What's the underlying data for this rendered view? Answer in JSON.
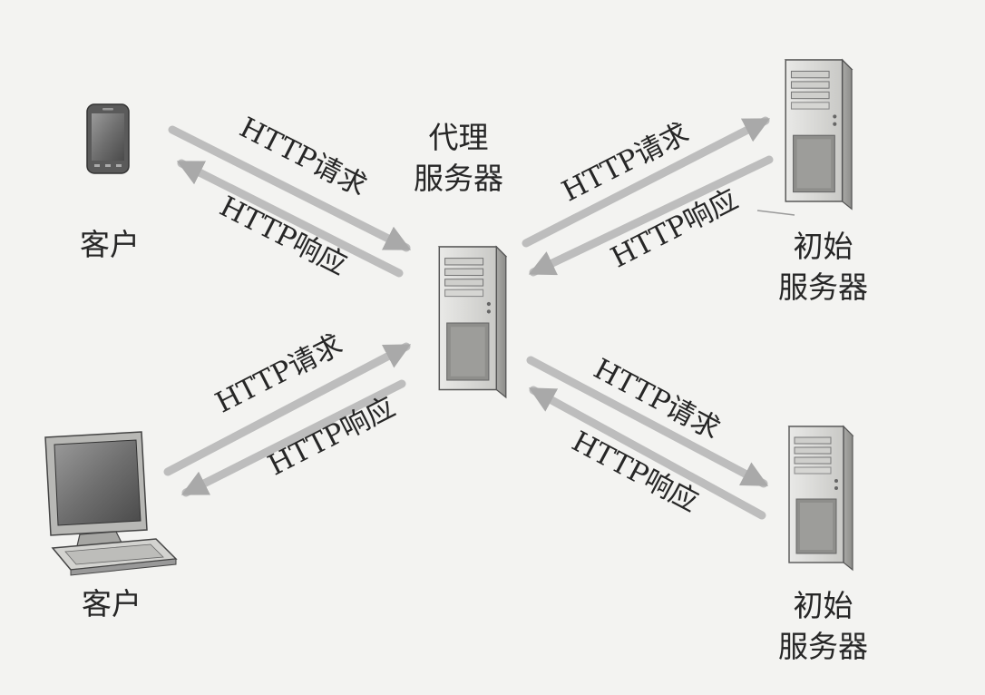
{
  "proxy": {
    "line1": "代理",
    "line2": "服务器"
  },
  "clients": {
    "phone": {
      "label": "客户",
      "icon": "smartphone-icon"
    },
    "desktop": {
      "label": "客户",
      "icon": "desktop-computer-icon"
    }
  },
  "origins": {
    "top": {
      "line1": "初始",
      "line2": "服务器",
      "icon": "server-tower-icon"
    },
    "bottom": {
      "line1": "初始",
      "line2": "服务器",
      "icon": "server-tower-icon"
    }
  },
  "messages": {
    "request": "HTTP请求",
    "response": "HTTP响应"
  },
  "colors": {
    "arrow": "#bdbdbd",
    "text": "#262626",
    "background": "#f3f3f1"
  }
}
